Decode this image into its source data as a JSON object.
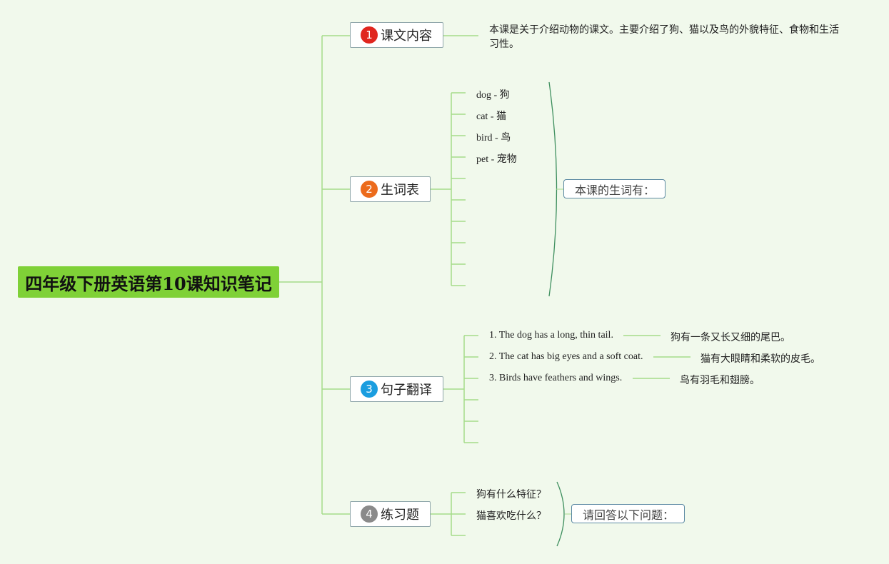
{
  "root": {
    "title": "四年级下册英语第10课知识笔记"
  },
  "colors": {
    "root_bg": "#7fd137",
    "line": "#a6dc8a",
    "brace": "#3e8f5e",
    "badge_1": "#e0261e",
    "badge_2": "#ec6b1c",
    "badge_3": "#1a9ddf",
    "badge_4": "#8a8a8a"
  },
  "topics": [
    {
      "badge": "1",
      "label": "课文内容",
      "note": "本课是关于介绍动物的课文。主要介绍了狗、猫以及鸟的外貌特征、食物和生活习性。"
    },
    {
      "badge": "2",
      "label": "生词表",
      "words": [
        "dog - 狗",
        "cat - 猫",
        "bird - 鸟",
        "pet - 宠物"
      ],
      "summary": "本课的生词有："
    },
    {
      "badge": "3",
      "label": "句子翻译",
      "sentences": [
        {
          "en": "1. The dog has a long, thin tail.",
          "zh": "狗有一条又长又细的尾巴。"
        },
        {
          "en": "2. The cat has big eyes and a soft coat.",
          "zh": "猫有大眼睛和柔软的皮毛。"
        },
        {
          "en": "3. Birds have feathers and wings.",
          "zh": "鸟有羽毛和翅膀。"
        }
      ]
    },
    {
      "badge": "4",
      "label": "练习题",
      "questions": [
        "狗有什么特征？",
        "猫喜欢吃什么？"
      ],
      "summary": "请回答以下问题："
    }
  ]
}
